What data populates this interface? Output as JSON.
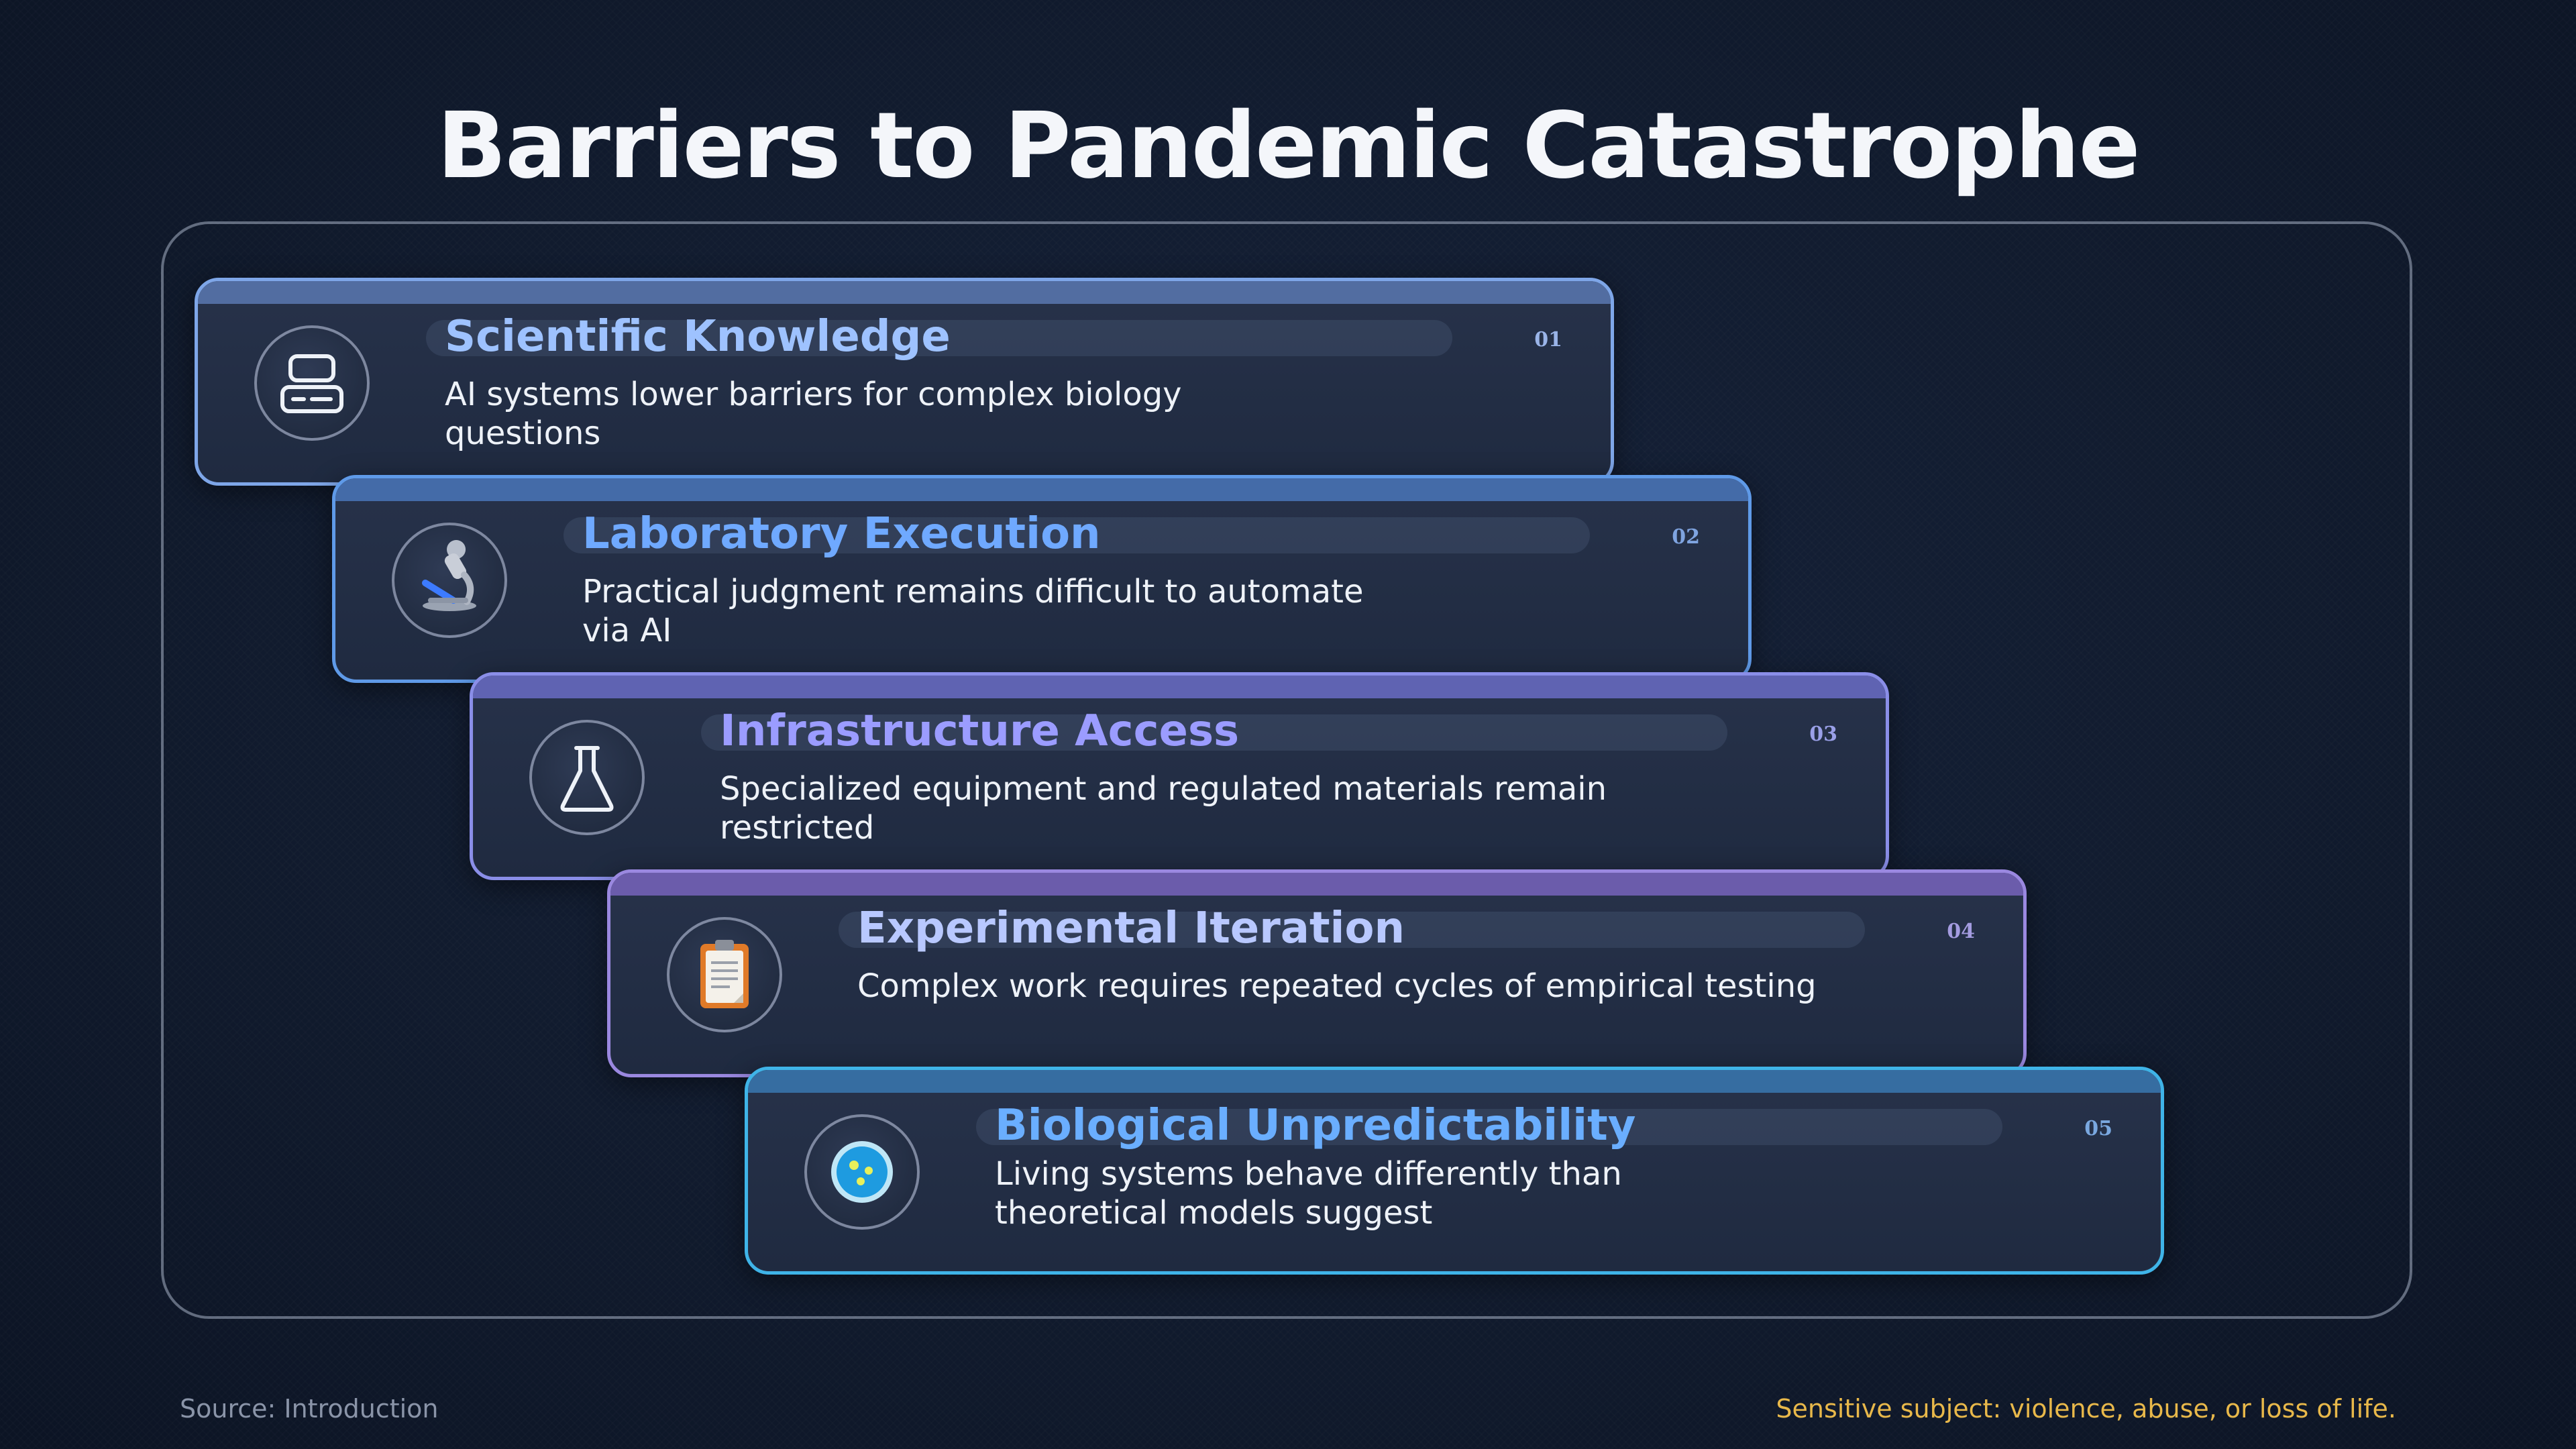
{
  "title": "Barriers to Pandemic Catastrophe",
  "barriers": [
    {
      "number": "01",
      "title": "Scientific Knowledge",
      "description": "AI systems lower barriers for complex biology questions",
      "icon": "knowledge-server-icon",
      "accent": "#7ea6e8",
      "title_color": "#9ec2ff"
    },
    {
      "number": "02",
      "title": "Laboratory Execution",
      "description": "Practical judgment remains difficult to automate via AI",
      "icon": "microscope-icon",
      "accent": "#5f9ae8",
      "title_color": "#6fa9ff"
    },
    {
      "number": "03",
      "title": "Infrastructure Access",
      "description": "Specialized equipment and regulated materials remain restricted",
      "icon": "flask-icon",
      "accent": "#8a8ee8",
      "title_color": "#9b9cff"
    },
    {
      "number": "04",
      "title": "Experimental Iteration",
      "description": "Complex work requires repeated cycles of empirical testing",
      "icon": "clipboard-icon",
      "accent": "#9a88e0",
      "title_color": "#b8c8ff"
    },
    {
      "number": "05",
      "title": "Biological Unpredictability",
      "description": "Living systems behave differently than theoretical models suggest",
      "icon": "petri-dish-icon",
      "accent": "#3fb4e8",
      "title_color": "#6aaeff"
    }
  ],
  "footer": {
    "source": "Source: Introduction",
    "warning": "Sensitive subject: violence, abuse, or loss of life."
  }
}
